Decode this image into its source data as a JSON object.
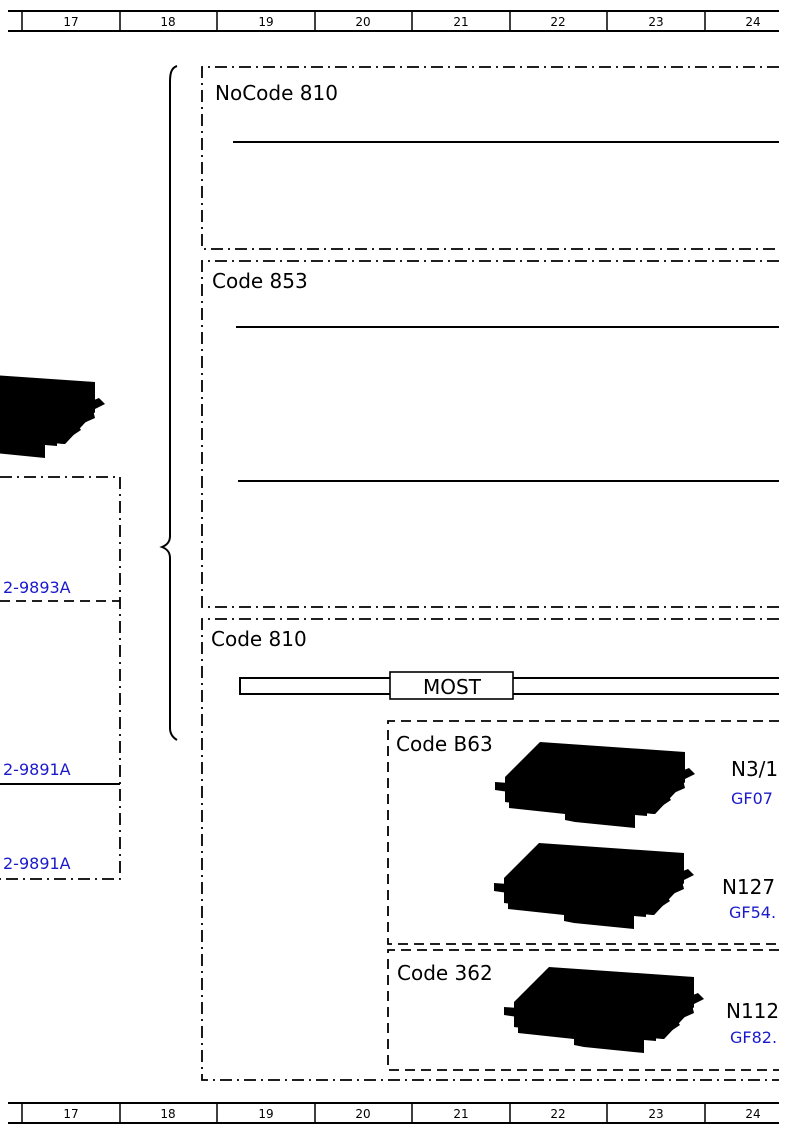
{
  "ruler": {
    "top": [
      "17",
      "18",
      "19",
      "20",
      "21",
      "22",
      "23",
      "24"
    ],
    "bottom": [
      "17",
      "18",
      "19",
      "20",
      "21",
      "22",
      "23",
      "24"
    ]
  },
  "sections": {
    "nocode810": "NoCode 810",
    "code853": "Code 853",
    "code810": "Code 810",
    "codeB63": "Code B63",
    "code362": "Code 362"
  },
  "bus": {
    "label": "MOST"
  },
  "left_refs": {
    "ref1": "2-9893A",
    "ref2": "2-9891A",
    "ref3": "2-9891A"
  },
  "components": {
    "n3": {
      "label": "N3/1",
      "ref": "GF07"
    },
    "n127": {
      "label": "N127",
      "ref": "GF54."
    },
    "n112": {
      "label": "N112",
      "ref": "GF82."
    }
  },
  "colors": {
    "reference_text": "#1a1acc",
    "line": "#000000"
  }
}
